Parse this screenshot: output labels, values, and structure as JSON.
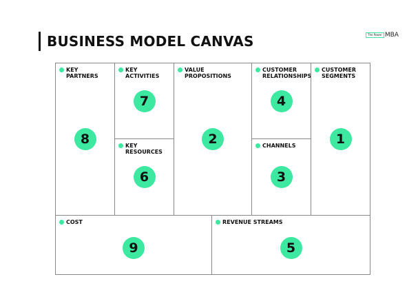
{
  "header": {
    "title": "BUSINESS MODEL CANVAS",
    "logo": {
      "small": "The Power",
      "big": "MBA"
    }
  },
  "accent": "#3de8a0",
  "blocks": [
    {
      "label": "KEY PARTNERS",
      "number": "8"
    },
    {
      "label": "KEY ACTIVITIES",
      "number": "7"
    },
    {
      "label": "KEY RESOURCES",
      "number": "6"
    },
    {
      "label": "VALUE PROPOSITIONS",
      "number": "2"
    },
    {
      "label": "CUSTOMER RELATIONSHIPS",
      "number": "4"
    },
    {
      "label": "CHANNELS",
      "number": "3"
    },
    {
      "label": "CUSTOMER SEGMENTS",
      "number": "1"
    },
    {
      "label": "COST",
      "number": "9"
    },
    {
      "label": "REVENUE STREAMS",
      "number": "5"
    }
  ]
}
